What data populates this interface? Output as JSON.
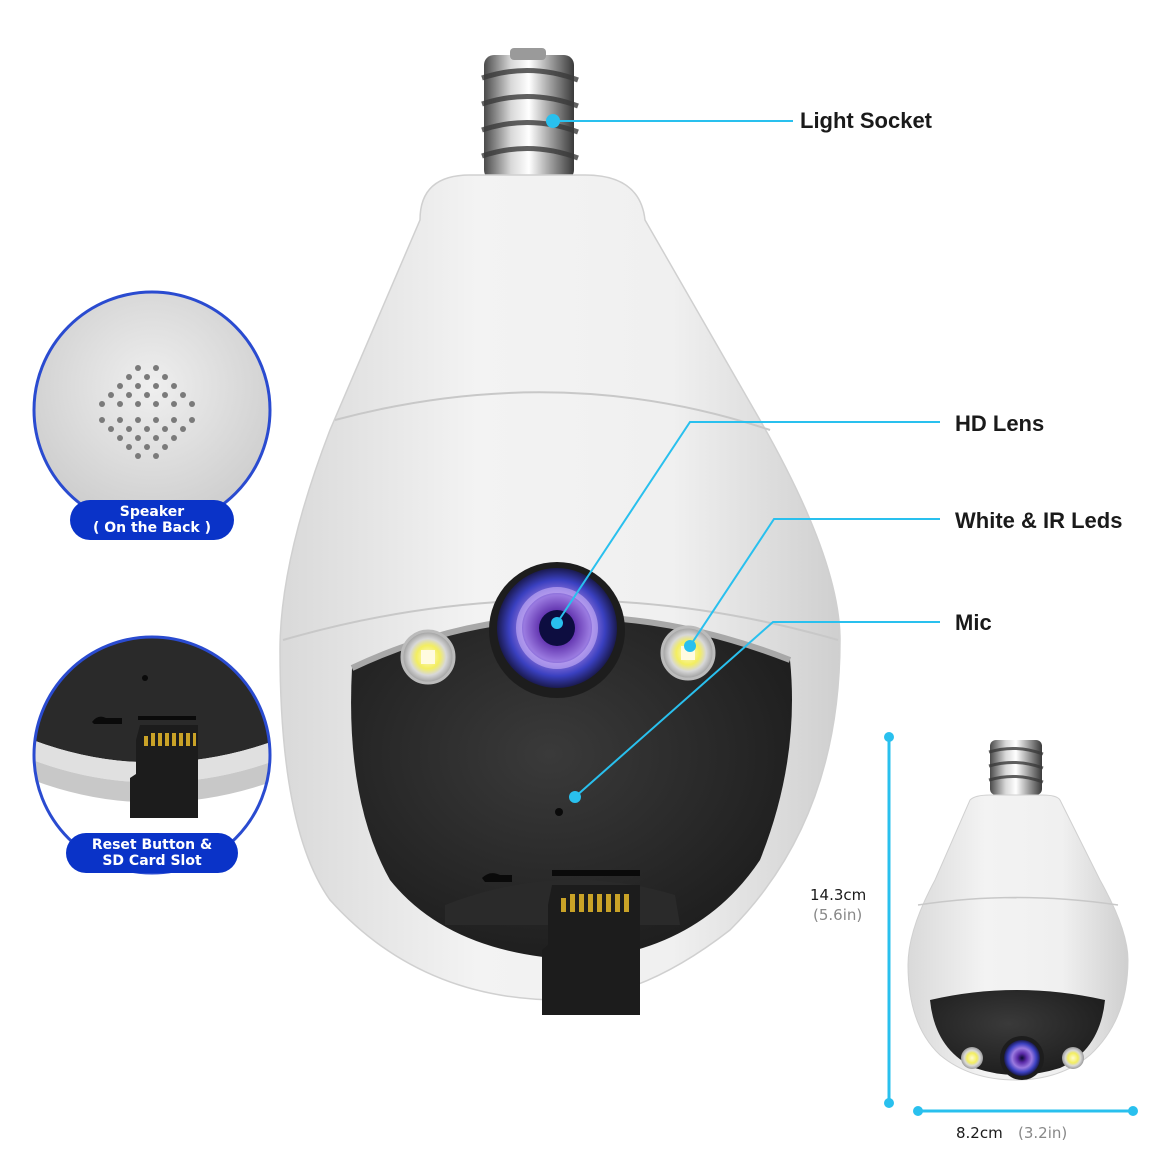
{
  "callouts": {
    "light_socket": "Light Socket",
    "hd_lens": "HD Lens",
    "white_ir_leds": "White & IR Leds",
    "mic": "Mic"
  },
  "insets": {
    "speaker": {
      "line1": "Speaker",
      "line2": "( On the Back )"
    },
    "reset_sd": {
      "line1": "Reset Button &",
      "line2": "SD Card Slot"
    }
  },
  "dimensions": {
    "height_cm": "14.3cm",
    "height_in": "(5.6in)",
    "width_cm": "8.2cm",
    "width_in": "(3.2in)"
  },
  "colors": {
    "callout_line": "#29c0ee",
    "badge_blue": "#0a33c8",
    "inset_border": "#2a4bd0"
  }
}
